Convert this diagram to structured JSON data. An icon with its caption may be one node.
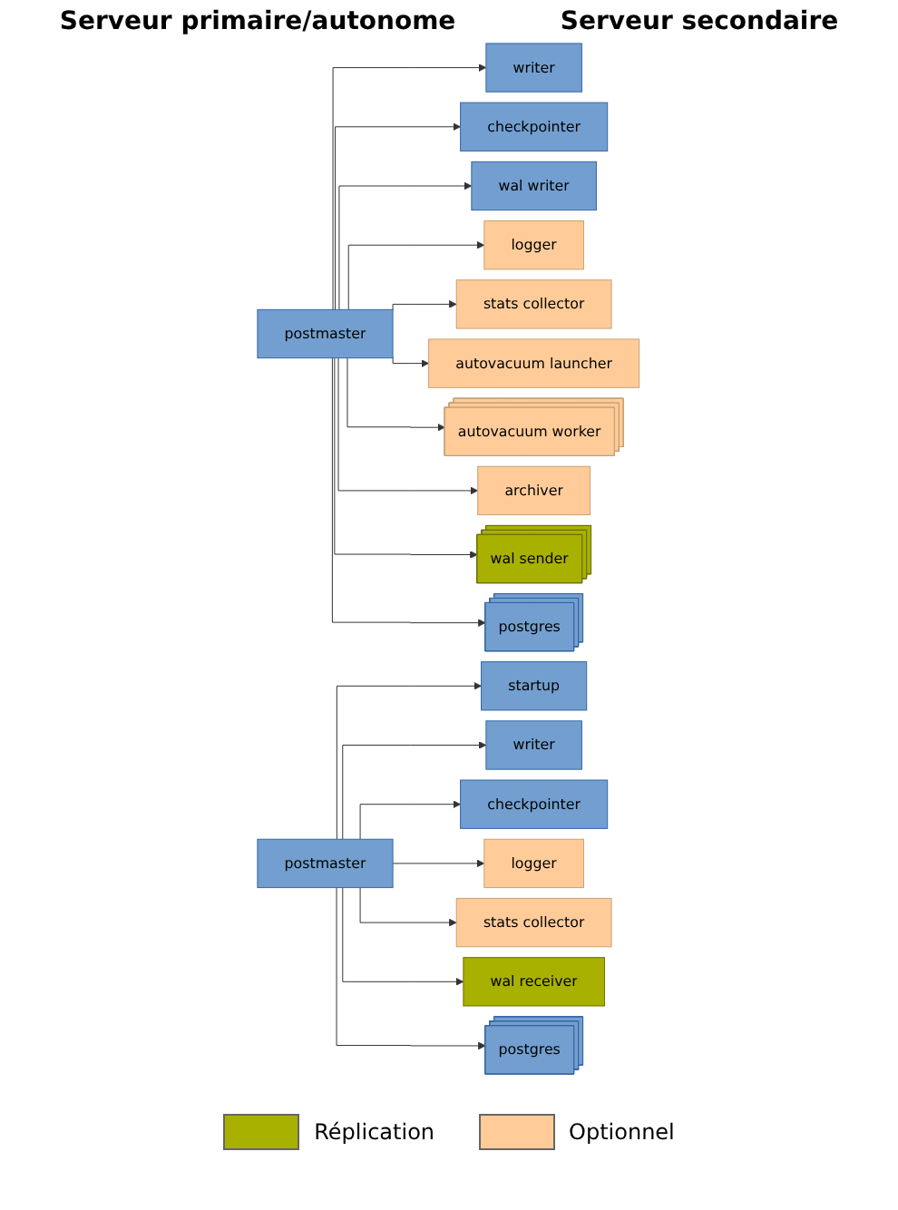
{
  "diagram": {
    "nodes": [
      {
        "text": [
          "postmaster"
        ]
      },
      {
        "text": [
          "writer"
        ]
      },
      {
        "text": [
          "checkpointer"
        ]
      },
      {
        "text": [
          "wal writer"
        ]
      },
      {
        "text": [
          "logger"
        ]
      },
      {
        "text": [
          "stats collector"
        ]
      },
      {
        "text": [
          "autovacuum launcher"
        ]
      },
      {
        "text": [
          "autovacuum worker"
        ]
      },
      {
        "text": [
          "archiver"
        ]
      },
      {
        "text": [
          "wal sender"
        ]
      },
      {
        "text": [
          "postgres"
        ]
      },
      {
        "text": [
          "postmaster"
        ]
      },
      {
        "text": [
          "startup"
        ]
      },
      {
        "text": [
          "writer"
        ]
      },
      {
        "text": [
          "checkpointer"
        ]
      },
      {
        "text": [
          "logger"
        ]
      },
      {
        "text": [
          "stats collector"
        ]
      },
      {
        "text": [
          "wal receiver"
        ]
      },
      {
        "text": [
          "postgres"
        ]
      }
    ],
    "edges": [
      {
        "from": 0,
        "to": 1,
        "arrow": "to"
      },
      {
        "from": 0,
        "to": 2,
        "arrow": "to"
      },
      {
        "from": 0,
        "to": 3,
        "arrow": "to"
      },
      {
        "from": 0,
        "to": 4,
        "arrow": "to"
      },
      {
        "from": 0,
        "to": 5,
        "arrow": "to"
      },
      {
        "from": 0,
        "to": 6,
        "arrow": "to"
      },
      {
        "from": 0,
        "to": 7,
        "arrow": "to"
      },
      {
        "from": 0,
        "to": 8,
        "arrow": "to"
      },
      {
        "from": 0,
        "to": 9,
        "arrow": "to"
      },
      {
        "from": 0,
        "to": 10,
        "arrow": "to"
      },
      {
        "from": 11,
        "to": 12,
        "arrow": "to"
      },
      {
        "from": 11,
        "to": 13,
        "arrow": "to"
      },
      {
        "from": 11,
        "to": 14,
        "arrow": "to"
      },
      {
        "from": 11,
        "to": 15,
        "arrow": "to"
      },
      {
        "from": 11,
        "to": 16,
        "arrow": "to"
      },
      {
        "from": 11,
        "to": 17,
        "arrow": "to"
      },
      {
        "from": 11,
        "to": 18,
        "arrow": "to"
      }
    ],
    "labels": [
      "Serveur primaire/autonome",
      "Serveur secondaire"
    ],
    "legend": [
      {
        "text": "Réplication",
        "color": "#a8b000"
      },
      {
        "text": "Optionnel",
        "color": "#ffcc99"
      }
    ]
  }
}
